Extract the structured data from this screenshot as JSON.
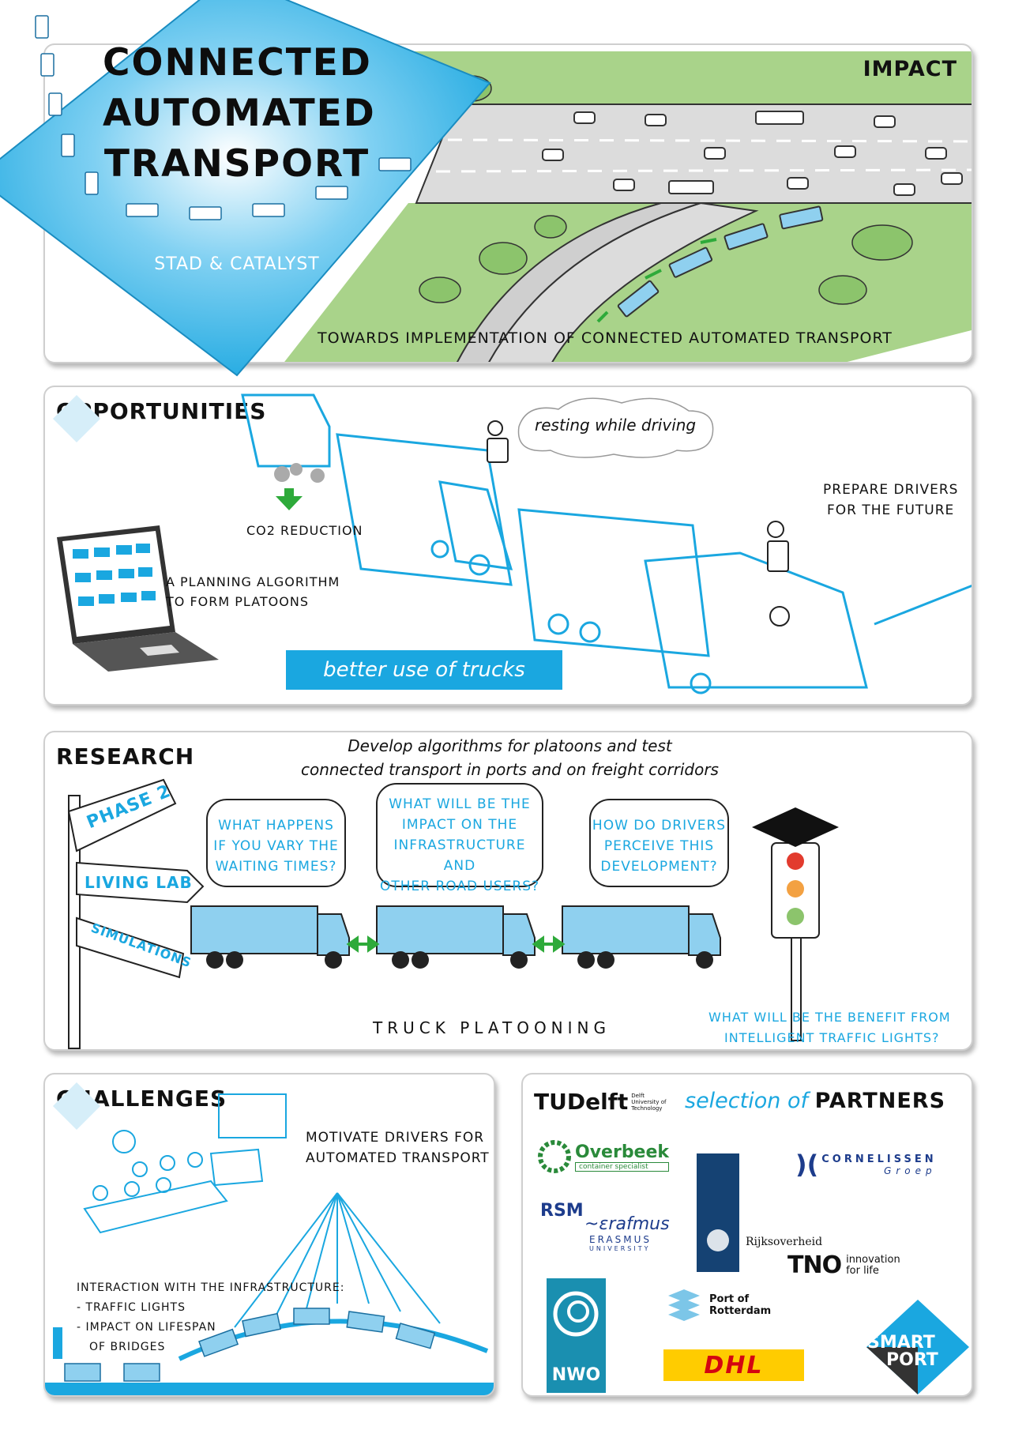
{
  "header": {
    "title_line1": "CONNECTED",
    "title_line2": "AUTOMATED",
    "title_line3": "TRANSPORT",
    "subtitle": "STAD & CATALYST"
  },
  "impact": {
    "title": "IMPACT",
    "caption": "TOWARDS IMPLEMENTATION OF CONNECTED AUTOMATED TRANSPORT"
  },
  "opportunities": {
    "title": "OPPORTUNITIES",
    "cloud_text": "resting while driving",
    "prepare_line1": "PREPARE DRIVERS",
    "prepare_line2": "FOR THE FUTURE",
    "co2": "CO2 REDUCTION",
    "planning_line1": "A PLANNING ALGORITHM",
    "planning_line2": "TO FORM PLATOONS",
    "banner": "better use of trucks"
  },
  "research": {
    "title": "RESEARCH",
    "heading_line1": "Develop algorithms for platoons and test",
    "heading_line2": "connected transport in ports and on freight corridors",
    "sign_phase": "PHASE 2",
    "sign_living": "LIVING LAB",
    "sign_sim": "SIMULATIONS",
    "q1": [
      "WHAT HAPPENS",
      "IF YOU VARY THE",
      "WAITING TIMES?"
    ],
    "q2": [
      "WHAT WILL BE THE",
      "IMPACT ON THE",
      "INFRASTRUCTURE AND",
      "OTHER ROAD USERS?"
    ],
    "q3": [
      "HOW DO DRIVERS",
      "PERCEIVE THIS",
      "DEVELOPMENT?"
    ],
    "platooning": "TRUCK PLATOONING",
    "lights_q_line1": "WHAT WILL BE THE BENEFIT FROM",
    "lights_q_line2": "INTELLIGENT TRAFFIC LIGHTS?"
  },
  "challenges": {
    "title": "CHALLENGES",
    "motivate_line1": "MOTIVATE DRIVERS FOR",
    "motivate_line2": "AUTOMATED TRANSPORT",
    "interaction_line1": "INTERACTION WITH THE INFRASTRUCTURE:",
    "interaction_line2": "- TRAFFIC LIGHTS",
    "interaction_line3": "- IMPACT ON LIFESPAN",
    "interaction_line4": "OF BRIDGES"
  },
  "partners": {
    "heading_a": "selection of",
    "heading_b": "PARTNERS",
    "tudelft": "TUDelft",
    "tudelft_small": [
      "Delft",
      "University of",
      "Technology"
    ],
    "overbeek": "Overbeek",
    "overbeek_sub": "container specialist",
    "cornelissen": "CORNELISSEN",
    "cornelissen_sub": "Groep",
    "rijks": "Rijksoverheid",
    "rsm": "RSM",
    "erasmus": "ERASMUS",
    "erasmus_sub": "UNIVERSITY",
    "tno": "TNO",
    "tno_sub1": "innovation",
    "tno_sub2": "for life",
    "nwo": "NWO",
    "port1": "Port of",
    "port2": "Rotterdam",
    "dhl": "DHL",
    "smart1": "SMART",
    "smart2": "PORT"
  },
  "colors": {
    "accent_blue": "#1aa7e0",
    "light_blue": "#8fd0ef",
    "grass": "#a9d38a",
    "road": "#dcdcdc",
    "arrow_green": "#2eaa3a",
    "dhl_yellow": "#ffcc00",
    "dhl_red": "#d40511"
  }
}
